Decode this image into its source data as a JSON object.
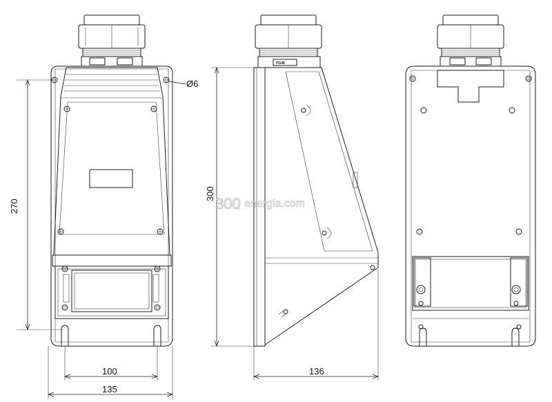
{
  "dimensions": {
    "width_total": "135",
    "width_slots": "100",
    "height_holes": "270",
    "height_total": "300",
    "depth": "136",
    "hole_diameter": "Ø6"
  },
  "part_label": "PG48",
  "watermark": {
    "brand_digits": "300",
    "brand_text": "energia.com"
  },
  "views": [
    "front-view",
    "side-view",
    "back-view"
  ]
}
